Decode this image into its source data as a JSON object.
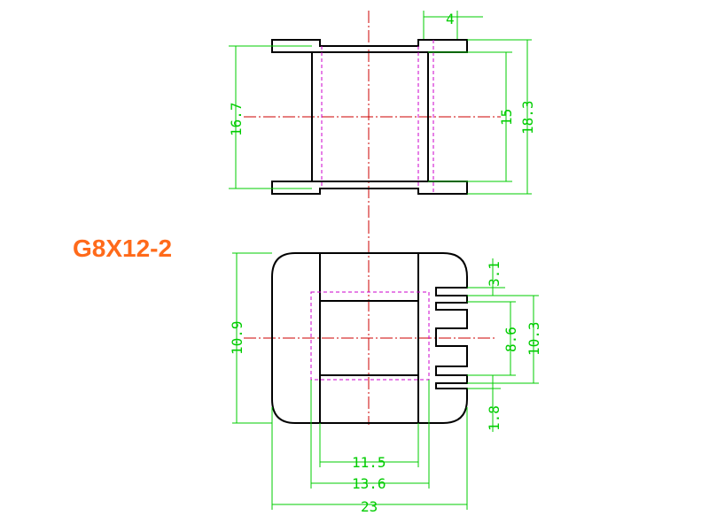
{
  "title": "G8X12-2",
  "colors": {
    "title": "#ff6a1a",
    "dimension": "#00cc00",
    "outline": "#000000",
    "hidden_line": "#cc00cc",
    "center_line": "#cc0000",
    "background": "#ffffff"
  },
  "dimensions": {
    "top_view": {
      "flange_thickness": "4",
      "inner_height": "16.7",
      "slot_height": "15",
      "overall_height": "18.3"
    },
    "bottom_view": {
      "overall_height": "10.9",
      "slot_gap": "3.1",
      "inner_height": "8.6",
      "outer_height": "10.3",
      "bottom_offset": "1.8",
      "inner_width": "11.5",
      "hidden_width": "13.6",
      "overall_width": "23"
    }
  }
}
